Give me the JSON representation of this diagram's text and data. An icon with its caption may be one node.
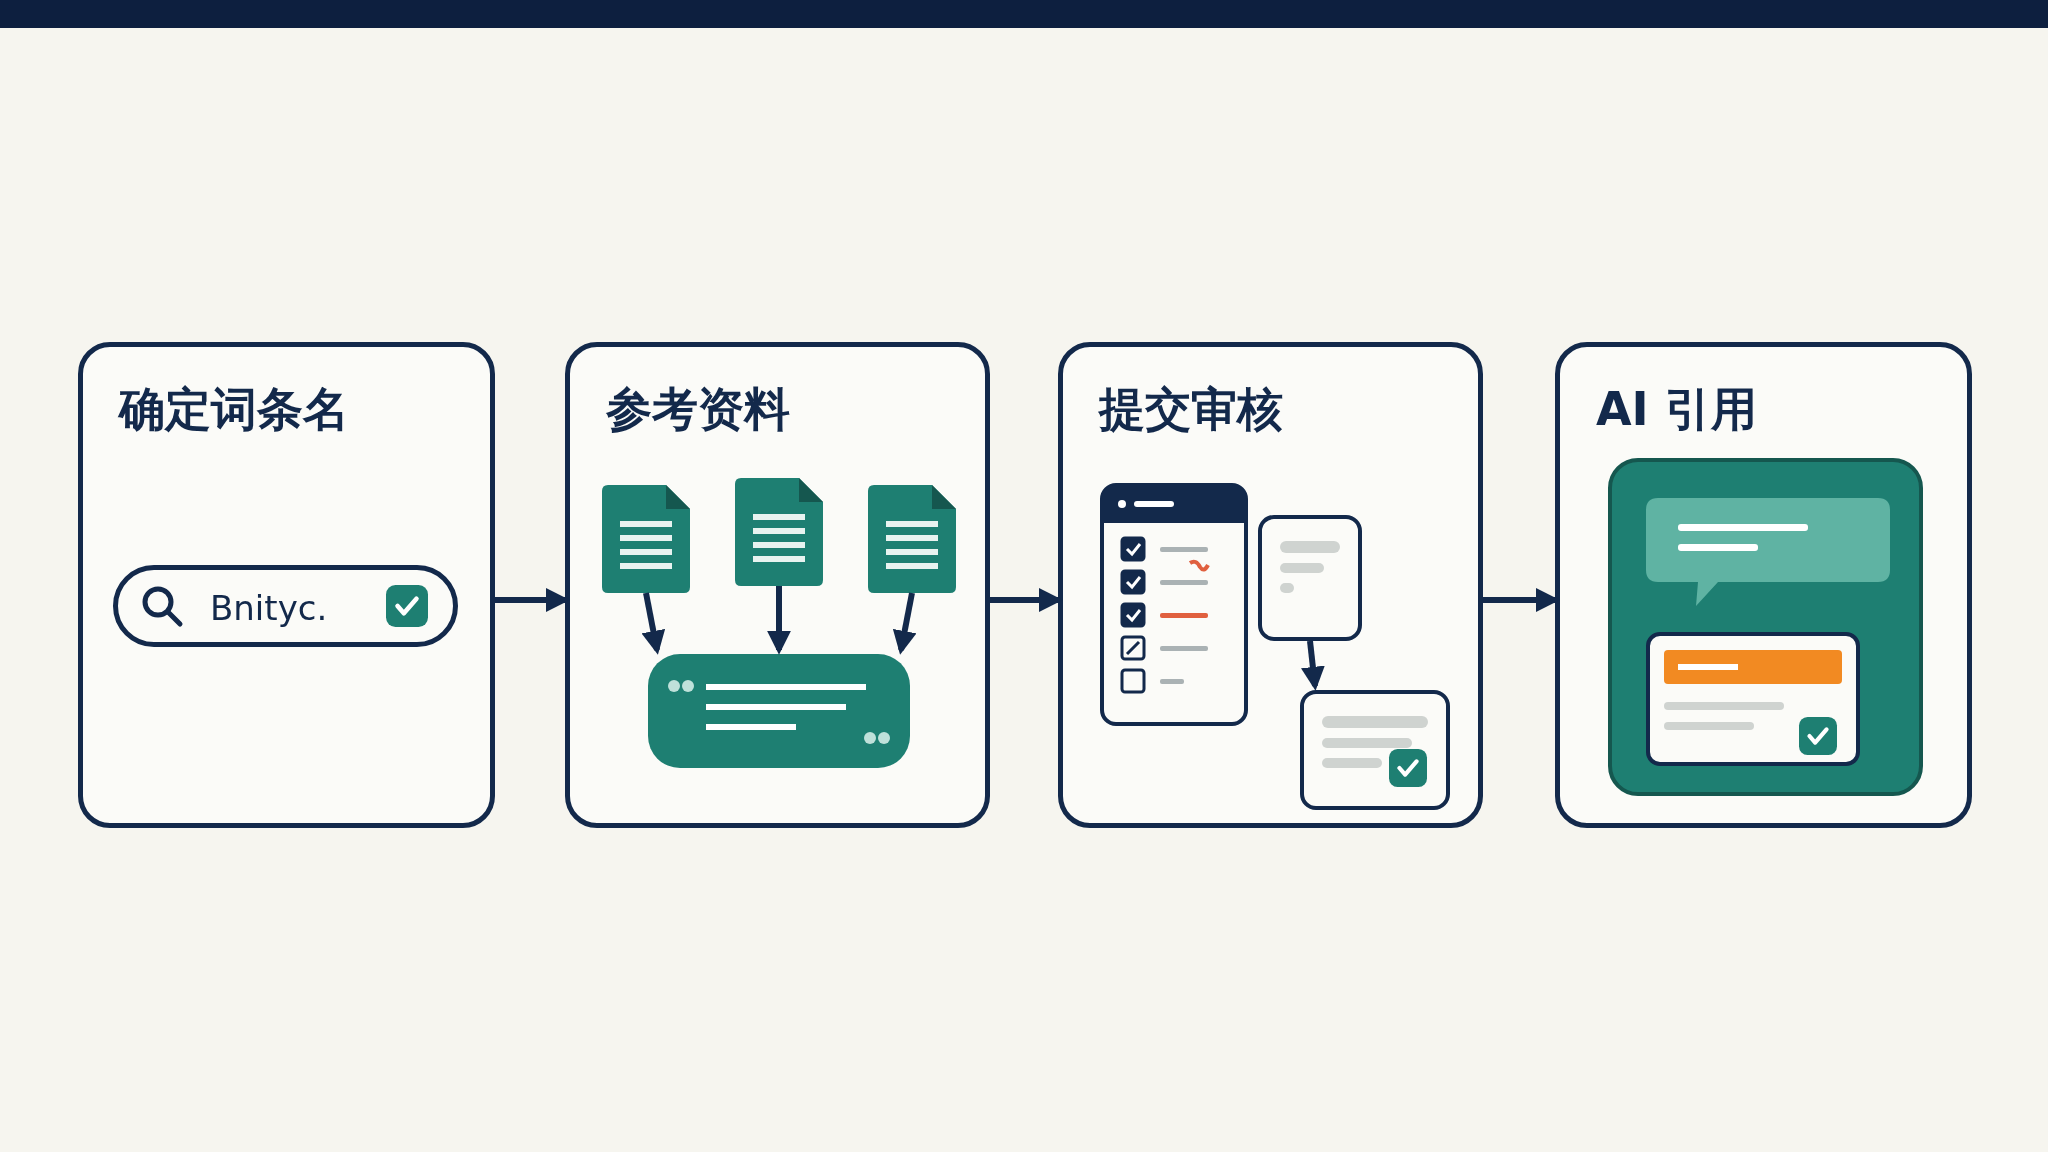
{
  "diagram": {
    "nodes": [
      {
        "text": [
          "确定词条名"
        ]
      },
      {
        "text": [
          "Bnityc."
        ],
        "in": 0
      },
      {
        "text": [
          "参考资料"
        ]
      },
      {
        "text": [],
        "shape": "document",
        "in": 2
      },
      {
        "text": [],
        "shape": "document",
        "in": 2
      },
      {
        "text": [],
        "shape": "document",
        "in": 2
      },
      {
        "text": [],
        "shape": "box",
        "in": 2
      },
      {
        "text": [
          "提交审核"
        ]
      },
      {
        "text": [],
        "shape": "box",
        "in": 7
      },
      {
        "text": [],
        "shape": "box",
        "in": 7
      },
      {
        "text": [
          "AI 引用"
        ]
      }
    ],
    "edges": [
      {
        "from": 0,
        "to": 2,
        "arrow": "to"
      },
      {
        "from": 3,
        "to": 6,
        "arrow": "to"
      },
      {
        "from": 4,
        "to": 6,
        "arrow": "to"
      },
      {
        "from": 5,
        "to": 6,
        "arrow": "to"
      },
      {
        "from": 2,
        "to": 7,
        "arrow": "to"
      },
      {
        "from": 8,
        "to": 9,
        "arrow": "to"
      },
      {
        "from": 7,
        "to": 10,
        "arrow": "to"
      }
    ]
  }
}
